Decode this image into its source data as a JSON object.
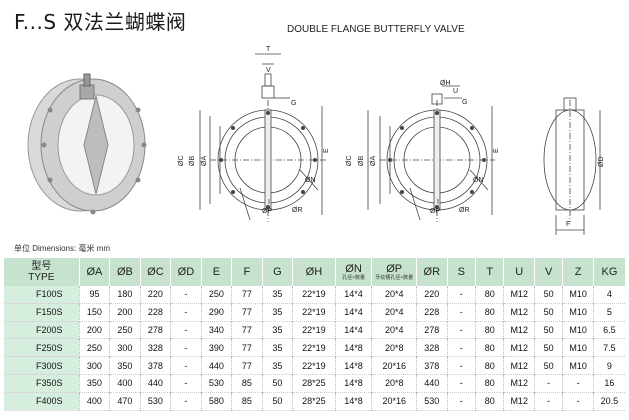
{
  "header": {
    "title": "F...S 双法兰蝴蝶阀",
    "subtitle": "DOUBLE FLANGE BUTTERFLY VALVE"
  },
  "units_note": "单位 Dimensions: 毫米 mm",
  "drawing_labels": {
    "front": {
      "T": "T",
      "V": "V",
      "G": "G",
      "C": "ØC",
      "B": "ØB",
      "A": "ØA",
      "E": "E",
      "I": "I",
      "P": "ØP",
      "R": "ØR",
      "N": "ØN"
    },
    "front2": {
      "H": "ØH",
      "U": "U",
      "G": "G",
      "C": "ØC",
      "B": "ØB",
      "A": "ØA",
      "E": "E",
      "I": "I",
      "P": "ØP",
      "R": "ØR",
      "N": "ØN"
    },
    "side": {
      "D": "ØD",
      "F": "F"
    }
  },
  "table": {
    "columns": [
      {
        "top": "型号",
        "bottom": "TYPE"
      },
      {
        "label": "ØA"
      },
      {
        "label": "ØB"
      },
      {
        "label": "ØC"
      },
      {
        "label": "ØD"
      },
      {
        "label": "E"
      },
      {
        "label": "F"
      },
      {
        "label": "G"
      },
      {
        "label": "ØH"
      },
      {
        "label": "ØN",
        "sub": "孔径×数量"
      },
      {
        "label": "ØP",
        "sub": "牙纹槽孔径×数量"
      },
      {
        "label": "ØR"
      },
      {
        "label": "S"
      },
      {
        "label": "T"
      },
      {
        "label": "U"
      },
      {
        "label": "V"
      },
      {
        "label": "Z"
      },
      {
        "label": "KG"
      }
    ],
    "rows": [
      [
        "F100S",
        "95",
        "180",
        "220",
        "-",
        "250",
        "77",
        "35",
        "22*19",
        "14*4",
        "20*4",
        "220",
        "-",
        "80",
        "M12",
        "50",
        "M10",
        "4"
      ],
      [
        "F150S",
        "150",
        "200",
        "228",
        "-",
        "290",
        "77",
        "35",
        "22*19",
        "14*4",
        "20*4",
        "228",
        "-",
        "80",
        "M12",
        "50",
        "M10",
        "5"
      ],
      [
        "F200S",
        "200",
        "250",
        "278",
        "-",
        "340",
        "77",
        "35",
        "22*19",
        "14*4",
        "20*4",
        "278",
        "-",
        "80",
        "M12",
        "50",
        "M10",
        "6.5"
      ],
      [
        "F250S",
        "250",
        "300",
        "328",
        "-",
        "390",
        "77",
        "35",
        "22*19",
        "14*8",
        "20*8",
        "328",
        "-",
        "80",
        "M12",
        "50",
        "M10",
        "7.5"
      ],
      [
        "F300S",
        "300",
        "350",
        "378",
        "-",
        "440",
        "77",
        "35",
        "22*19",
        "14*8",
        "20*16",
        "378",
        "-",
        "80",
        "M12",
        "50",
        "M10",
        "9"
      ],
      [
        "F350S",
        "350",
        "400",
        "440",
        "-",
        "530",
        "85",
        "50",
        "28*25",
        "14*8",
        "20*8",
        "440",
        "-",
        "80",
        "M12",
        "-",
        "-",
        "16"
      ],
      [
        "F400S",
        "400",
        "470",
        "530",
        "-",
        "580",
        "85",
        "50",
        "28*25",
        "14*8",
        "20*16",
        "530",
        "-",
        "80",
        "M12",
        "-",
        "-",
        "20.5"
      ]
    ]
  }
}
